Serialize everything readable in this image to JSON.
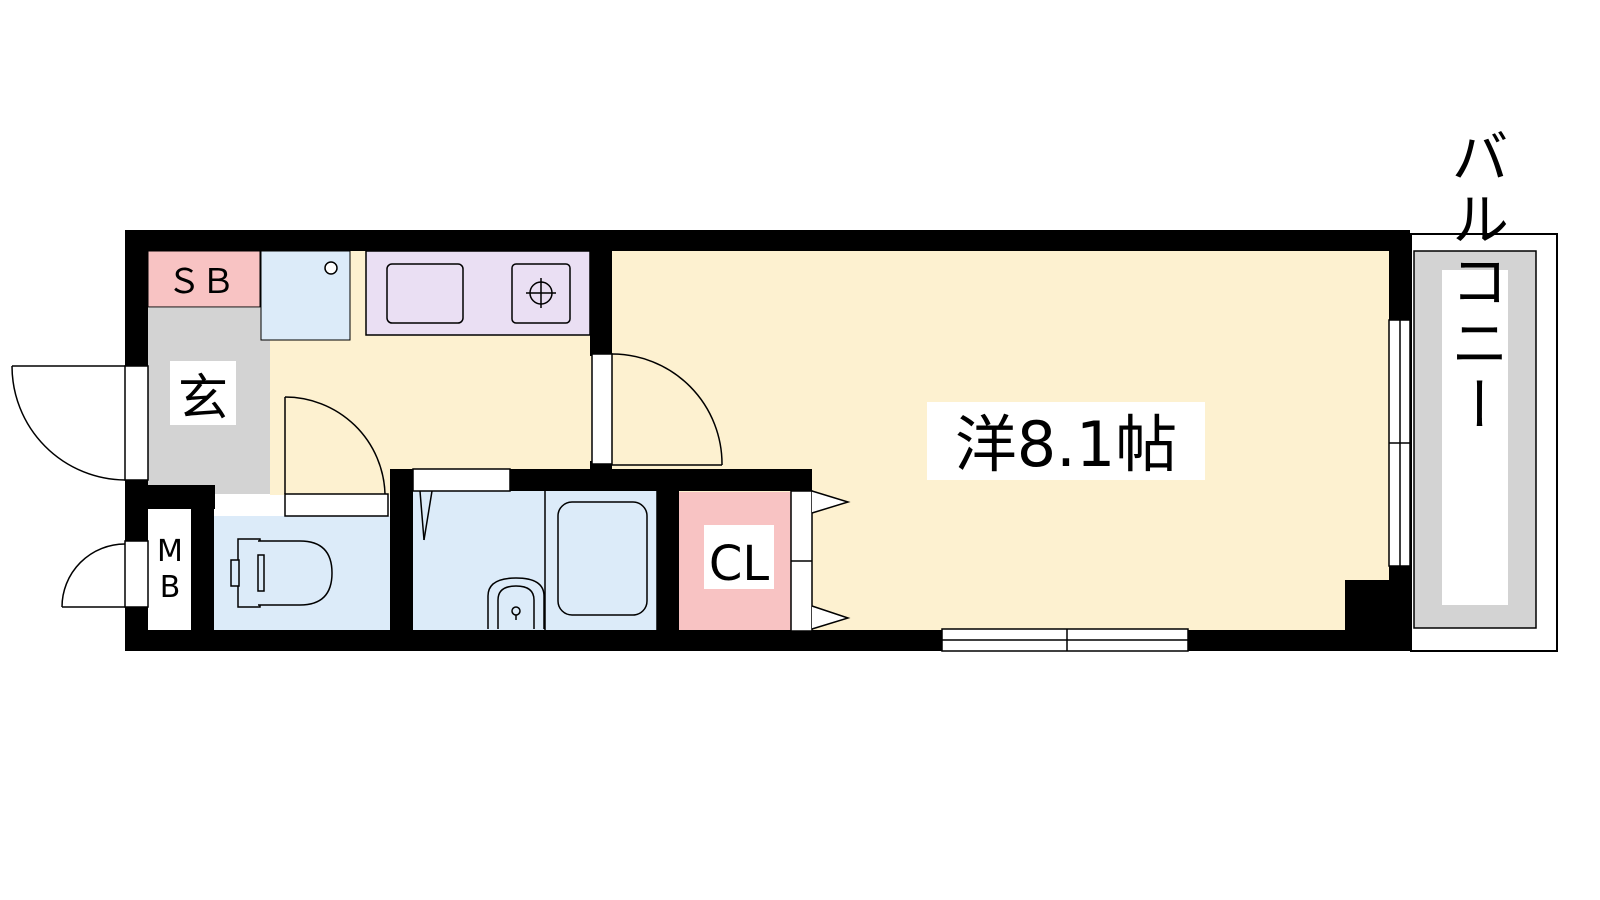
{
  "floor_plan": {
    "rooms": {
      "western_room": {
        "label": "洋8.1帖"
      },
      "entrance": {
        "label": "玄"
      },
      "shoe_box": {
        "label": "ＳＢ"
      },
      "meter_box": {
        "line1": "M",
        "line2": "B"
      },
      "closet": {
        "label": "CL"
      },
      "balcony": {
        "label": "バルコニー"
      }
    },
    "colors": {
      "wall": "#000000",
      "western_room": "#fdf1d0",
      "kitchen_hall": "#fdf1d0",
      "entrance": "#d3d3d3",
      "shoe_box": "#f8c3c3",
      "closet": "#f8c3c3",
      "washroom": "#dcebf9",
      "toilet": "#dcebf9",
      "bathroom": "#dcebf9",
      "kitchen_counter": "#eadff3",
      "balcony": "#d3d3d3"
    }
  }
}
